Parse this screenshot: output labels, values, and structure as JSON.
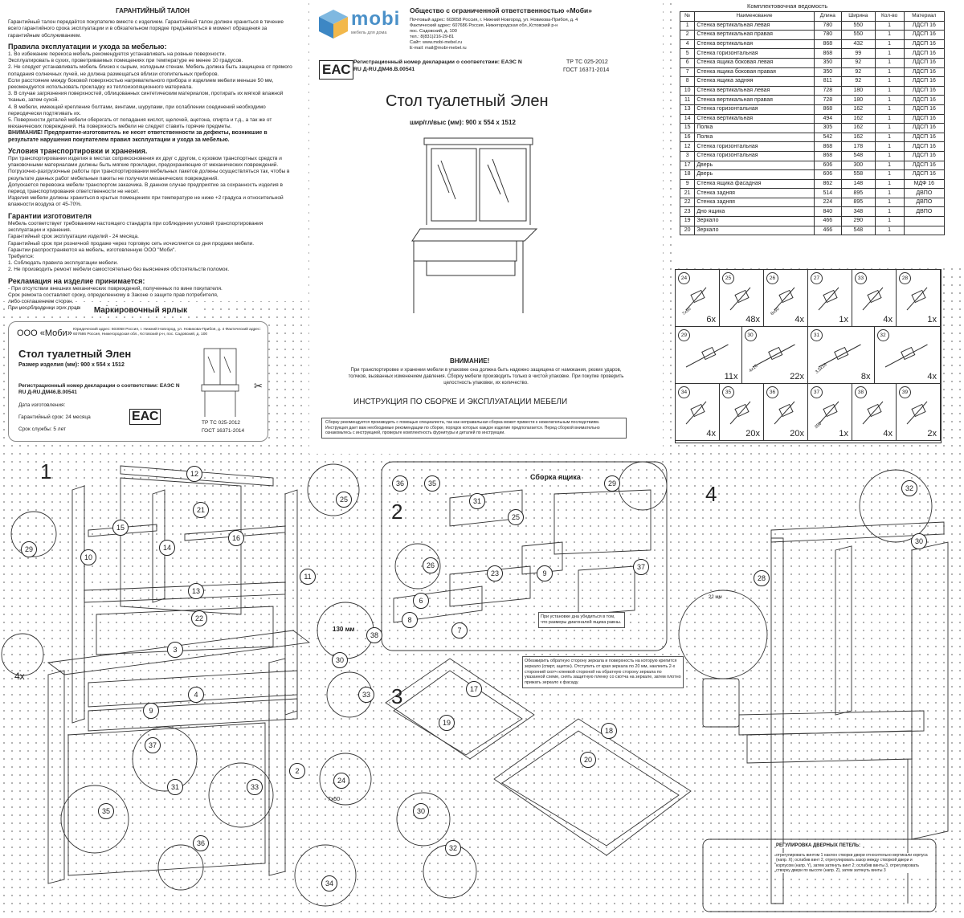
{
  "warranty": {
    "title": "ГАРАНТИЙНЫЙ ТАЛОН",
    "intro": "Гарантийный талон передаётся покупателю вместе с изделием. Гарантийный талон должен храниться в течение всего гарантийного срока эксплуатации и в обязательном порядке предъявляться в момент обращения за гарантийным обслуживанием.",
    "rules_title": "Правила эксплуатации и ухода за мебелью:",
    "rules": [
      "1. Во избежание перекоса мебель рекомендуется устанавливать на ровные поверхности.",
      "Эксплуатировать в сухих, проветриваемых помещениях при температуре не менее 10 градусов.",
      "2. Не следует устанавливать мебель близко к сырым, холодным стенам. Мебель должна быть защищена от прямого попадания солнечных лучей, не должна размещаться вблизи отопительных приборов.",
      "Если расстояние между боковой поверхностью нагревательного прибора и изделием мебели меньше 50 мм, рекомендуется использовать прокладку из теплоизоляционного материала.",
      "3. В случае загрязнения поверхностей, облицованных синтетическим материалом, протирать их мягкой влажной тканью, затем сухой.",
      "4. В мебели, имеющей крепление болтами, винтами, шурупами, при ослаблении соединений необходимо периодически подтягивать их.",
      "5. Поверхности деталей мебели оберегать от попадания кислот, щелочей, ацетона, спирта и т.д., а так же от механических повреждений. На поверхность мебели не следует ставить горячие предметы."
    ],
    "attention": "ВНИМАНИЕ! Предприятие-изготовитель не несет ответственности за дефекты, возникшие в результате нарушения покупателем правил эксплуатации и ухода за мебелью.",
    "transport_title": "Условия транспортировки и хранения.",
    "transport": [
      "При транспортировании изделия в местах соприкосновения их друг с другом, с кузовом транспортных средств и упаковочными материалами должны быть мягкие прокладки, предохраняющие от механических повреждений.",
      "Погрузочно-разгрузочные работы при транспортировании мебельных пакетов должны осуществляться так, чтобы в результате данных работ мебельные пакеты не получили механических повреждений.",
      "Допускается перевозка мебели транспортом заказчика. В данном случае предприятие за сохранность изделия в период транспортирования ответственности не несет.",
      "Изделия мебели должны храниться в крытых помещениях при температуре не ниже +2 градуса и относительной влажности воздуха от 45-70%."
    ],
    "guarantee_title": "Гарантии изготовителя",
    "guarantee": [
      "Мебель соответствует требованиям настоящего стандарта при соблюдении условий транспортирования эксплуатации и хранения.",
      "Гарантийный срок эксплуатации изделий - 24 месяца.",
      "Гарантийный срок при розничной продаже через торговую сеть исчисляется со дня продажи мебели.",
      "Гарантии распространяются на мебель, изготовленную ООО \"Моби\".",
      "Требуется:",
      "1. Соблюдать правила эксплуатации мебели.",
      "2. Не производить ремонт мебели самостоятельно без выяснения обстоятельств поломок."
    ],
    "claim_title": "Рекламация на изделие принимается:",
    "claim": [
      "- При отсутствии внешних механических повреждений, полученных по вине покупателя.",
      "Срок ремонта составляет сроку, определенному в Законе о защите прав потребителя,",
      "либо соглашением сторон.",
      "При несоблюдении этих правил гарантийный ремонт не производится."
    ]
  },
  "label": {
    "heading": "Маркировочный ярлык",
    "company": "ООО «Моби»",
    "address": "Юридический адрес: 603058 Россия, г. Нижний Новгород, ул. Новикова-Прибоя, д. 4 Фактический адрес: 607686 Россия, Нижегородская обл., Кстовский р-н, пос. Садовский, д. 100",
    "product": "Стол туалетный Элен",
    "size": "Размер изделия (мм): 900 x 554 x 1512",
    "reg": "Регистрационный номер декларации о соответствии: ЕАЭС N RU Д-RU.ДМ46.В.00541",
    "date": "Дата изготовления:",
    "warranty": "Гарантийный срок: 24 месяца",
    "service": "Срок службы: 5 лет",
    "tr": "ТР ТС 025-2012",
    "gost": "ГОСТ 16371-2014",
    "eac": "ЕАС"
  },
  "header": {
    "logo_text": "mobi",
    "logo_sub": "мебель для дома",
    "company": "Общество с ограниченной ответственностью «Моби»",
    "addr1": "Почтовый адрес: 603058 Россия, г. Нижний Новгород, ул. Новикова-Прибоя, д. 4",
    "addr2": "Фактический адрес: 607686 Россия, Нижегородская обл.,Кстовский р-н",
    "addr3": "пос. Садовский, д. 100",
    "phone": "тел.: 8(831)216-29-81",
    "site": "Сайт: www.mobi-mebel.ru",
    "email": "E-mail: mail@mobi-mebel.ru",
    "eac": "ЕАС",
    "reg": "Регистрационный номер декларации о соответствии: ЕАЭС N RU Д-RU.ДМ46.В.00541",
    "tr": "ТР ТС 025-2012",
    "gost": "ГОСТ 16371-2014",
    "product": "Стол туалетный Элен",
    "dims": "шир/гл/выс (мм): 900 x 554 x 1512"
  },
  "notice": {
    "title": "ВНИМАНИЕ!",
    "text": "При транспортировке и хранении мебели в упаковке она должна быть надежно защищена от намокания, резких ударов, толчков, вызванных изменением давления. Сборку мебели производить только в чистой упаковке. При покупке проверить целостность упаковки, их количество.",
    "instr": "ИНСТРУКЦИЯ ПО СБОРКЕ И ЭКСПЛУАТАЦИИ МЕБЕЛИ",
    "box": "Сборку рекомендуется производить с помощью специалиста, так как неправильная сборка может привести к нежелательным последствиям. Инструкция дает вам необходимые рекомендации по сборке, порядок которых каждое изделие предполагается. Перед сборкой внимательно ознакомьтесь с инструкцией, проверьте комплектность фурнитуры и деталей по инструкции."
  },
  "parts": {
    "title": "Комплектовочная ведомость",
    "headers": [
      "№",
      "Наименование",
      "Длина",
      "Ширина",
      "Кол-во",
      "Материал"
    ],
    "rows": [
      [
        "1",
        "Стенка вертикальная левая",
        "780",
        "550",
        "1",
        "ЛДСП 16"
      ],
      [
        "2",
        "Стенка вертикальная правая",
        "780",
        "550",
        "1",
        "ЛДСП 16"
      ],
      [
        "4",
        "Стенка вертикальная",
        "868",
        "432",
        "1",
        "ЛДСП 16"
      ],
      [
        "5",
        "Стенка горизонтальная",
        "868",
        "99",
        "1",
        "ЛДСП 16"
      ],
      [
        "6",
        "Стенка ящика боковая левая",
        "350",
        "92",
        "1",
        "ЛДСП 16"
      ],
      [
        "7",
        "Стенка ящика боковая правая",
        "350",
        "92",
        "1",
        "ЛДСП 16"
      ],
      [
        "8",
        "Стенка ящика задняя",
        "811",
        "92",
        "1",
        "ЛДСП 16"
      ],
      [
        "10",
        "Стенка вертикальная левая",
        "728",
        "180",
        "1",
        "ЛДСП 16"
      ],
      [
        "11",
        "Стенка вертикальная правая",
        "728",
        "180",
        "1",
        "ЛДСП 16"
      ],
      [
        "13",
        "Стенка горизонтальная",
        "868",
        "162",
        "1",
        "ЛДСП 16"
      ],
      [
        "14",
        "Стенка вертикальная",
        "494",
        "162",
        "1",
        "ЛДСП 16"
      ],
      [
        "15",
        "Полка",
        "305",
        "162",
        "1",
        "ЛДСП 16"
      ],
      [
        "16",
        "Полка",
        "542",
        "162",
        "1",
        "ЛДСП 16"
      ],
      [
        "12",
        "Стенка горизонтальная",
        "868",
        "178",
        "1",
        "ЛДСП 16"
      ],
      [
        "3",
        "Стенка горизонтальная",
        "868",
        "548",
        "1",
        "ЛДСП 16"
      ],
      [
        "17",
        "Дверь",
        "606",
        "300",
        "1",
        "ЛДСП 16"
      ],
      [
        "18",
        "Дверь",
        "606",
        "558",
        "1",
        "ЛДСП 16"
      ],
      [
        "9",
        "Стенка ящика фасадная",
        "862",
        "148",
        "1",
        "МДФ 16"
      ],
      [
        "21",
        "Стенка задняя",
        "514",
        "895",
        "1",
        "ДВПО"
      ],
      [
        "22",
        "Стенка задняя",
        "224",
        "895",
        "1",
        "ДВПО"
      ],
      [
        "23",
        "Дно ящика",
        "840",
        "348",
        "1",
        "ДВПО"
      ],
      [
        "19",
        "Зеркало",
        "466",
        "290",
        "1",
        ""
      ],
      [
        "20",
        "Зеркало",
        "466",
        "548",
        "1",
        ""
      ]
    ]
  },
  "fittings": [
    {
      "num": "24",
      "qty": "6x",
      "note": "7x50",
      "icon": "confirmat-screw-icon"
    },
    {
      "num": "25",
      "qty": "48x",
      "note": "",
      "icon": "small-screws-icon"
    },
    {
      "num": "26",
      "qty": "4x",
      "note": "8x50",
      "icon": "handle-screw-icon"
    },
    {
      "num": "27",
      "qty": "1x",
      "note": "",
      "icon": "hex-key-icon"
    },
    {
      "num": "33",
      "qty": "4x",
      "note": "",
      "icon": "dowel-icon"
    },
    {
      "num": "28",
      "qty": "1x",
      "note": "",
      "icon": "handle-icon"
    },
    {
      "num": "29",
      "qty": "11x",
      "note": "",
      "icon": "shelf-support-icon"
    },
    {
      "num": "30",
      "qty": "22x",
      "note": "4x16",
      "icon": "screw-icon"
    },
    {
      "num": "31",
      "qty": "8x",
      "note": "3,5x16",
      "icon": "screw-small-icon"
    },
    {
      "num": "32",
      "qty": "4x",
      "note": "",
      "icon": "hinge-icon"
    },
    {
      "num": "34",
      "qty": "4x",
      "note": "",
      "icon": "bracket-icon"
    },
    {
      "num": "35",
      "qty": "20x",
      "note": "",
      "icon": "cam-bolt-icon"
    },
    {
      "num": "36",
      "qty": "20x",
      "note": "",
      "icon": "cam-lock-icon"
    },
    {
      "num": "37",
      "qty": "1x",
      "note": "350",
      "icon": "drawer-runner-icon"
    },
    {
      "num": "38",
      "qty": "4x",
      "note": "",
      "icon": "corner-icon"
    },
    {
      "num": "39",
      "qty": "2x",
      "note": "",
      "icon": "mirror-clip-icon"
    }
  ],
  "steps": {
    "s1": "1",
    "s2": "2",
    "s3": "3",
    "s4": "4",
    "drawer": "Сборка ящика",
    "drawer_note": "При установке дна убедиться в том, что размеры диагоналей ящика равны.",
    "mirror_note": "Обезжирить обратную сторону зеркала и поверхность на которую крепится зеркало (спирт, ацетон). Отступить от края зеркала по 20 мм, наклеить 2-х сторонний скотч клеевой стороной на обратную сторону зеркала по указанной схеме, снять защитную пленку со скотча на зеркале, затем плотно прижать зеркало к фасаду.",
    "hinge_title": "РЕГУЛИРОВКА ДВЕРНЫХ ПЕТЕЛЬ:",
    "hinge_text": "отрегулировать винтом 1 наклон створки двери относительно вертикали корпуса (напр. Х); ослабив винт 2, отрегулировать зазор между створкой двери и корпусом (напр. Y), затем затянуть винт 2; ослабив винты 3, отрегулировать створку двери по высоте (напр. Z), затем затянуть винты 3",
    "measure_130": "130 мм",
    "measure_22": "22 мм",
    "qty_4x": "4x",
    "size_7x50": "7x50",
    "ref_4x": "4x",
    "ref_1x": "1x",
    "ref_3": "3",
    "labels_s1": [
      "12",
      "25",
      "21",
      "15",
      "16",
      "14",
      "10",
      "29",
      "13",
      "22",
      "11",
      "38",
      "30",
      "3",
      "33",
      "4",
      "9",
      "37",
      "31",
      "33",
      "2",
      "24",
      "35",
      "36",
      "34"
    ],
    "labels_s2": [
      "36",
      "35",
      "31",
      "29",
      "25",
      "26",
      "23",
      "9",
      "6",
      "8",
      "7",
      "37"
    ],
    "labels_s3": [
      "17",
      "19",
      "18",
      "20",
      "30",
      "32"
    ],
    "labels_s4": [
      "32",
      "30",
      "28"
    ]
  },
  "colors": {
    "logo": "#4a90c8",
    "ink": "#222222"
  }
}
